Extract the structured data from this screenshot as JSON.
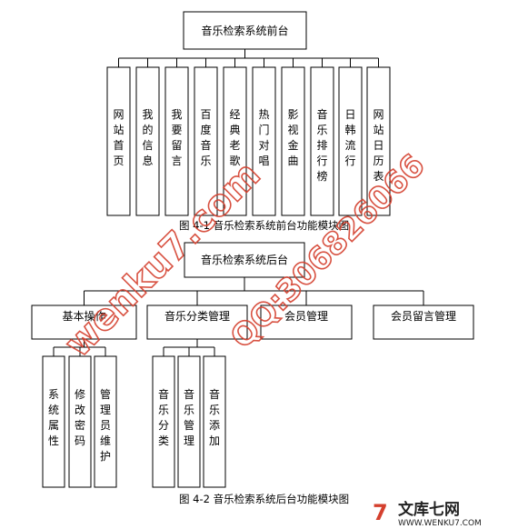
{
  "front": {
    "root": "音乐检索系统前台",
    "children": [
      "网站首页",
      "我的信息",
      "我要留言",
      "百度音乐",
      "经典老歌",
      "热门对唱",
      "影视金曲",
      "音乐排行榜",
      "日韩流行",
      "网站日历表"
    ],
    "caption": "图 4-1  音乐检索系统前台功能模块图"
  },
  "back": {
    "root": "音乐检索系统后台",
    "children": [
      {
        "label": "基本操作",
        "children": [
          "系统属性",
          "修改密码",
          "管理员维护"
        ]
      },
      {
        "label": "音乐分类管理",
        "children": [
          "音乐分类",
          "音乐管理",
          "音乐添加"
        ]
      },
      {
        "label": "会员管理",
        "children": []
      },
      {
        "label": "会员留言管理",
        "children": []
      }
    ],
    "caption": "图 4-2  音乐检索系统后台功能模块图"
  },
  "watermark": {
    "site": "wenku7.com",
    "qq": "QQ:306826066"
  },
  "logo": {
    "mark": "7",
    "name": "文库七网",
    "url": "WWW.WENKU7.COM"
  }
}
